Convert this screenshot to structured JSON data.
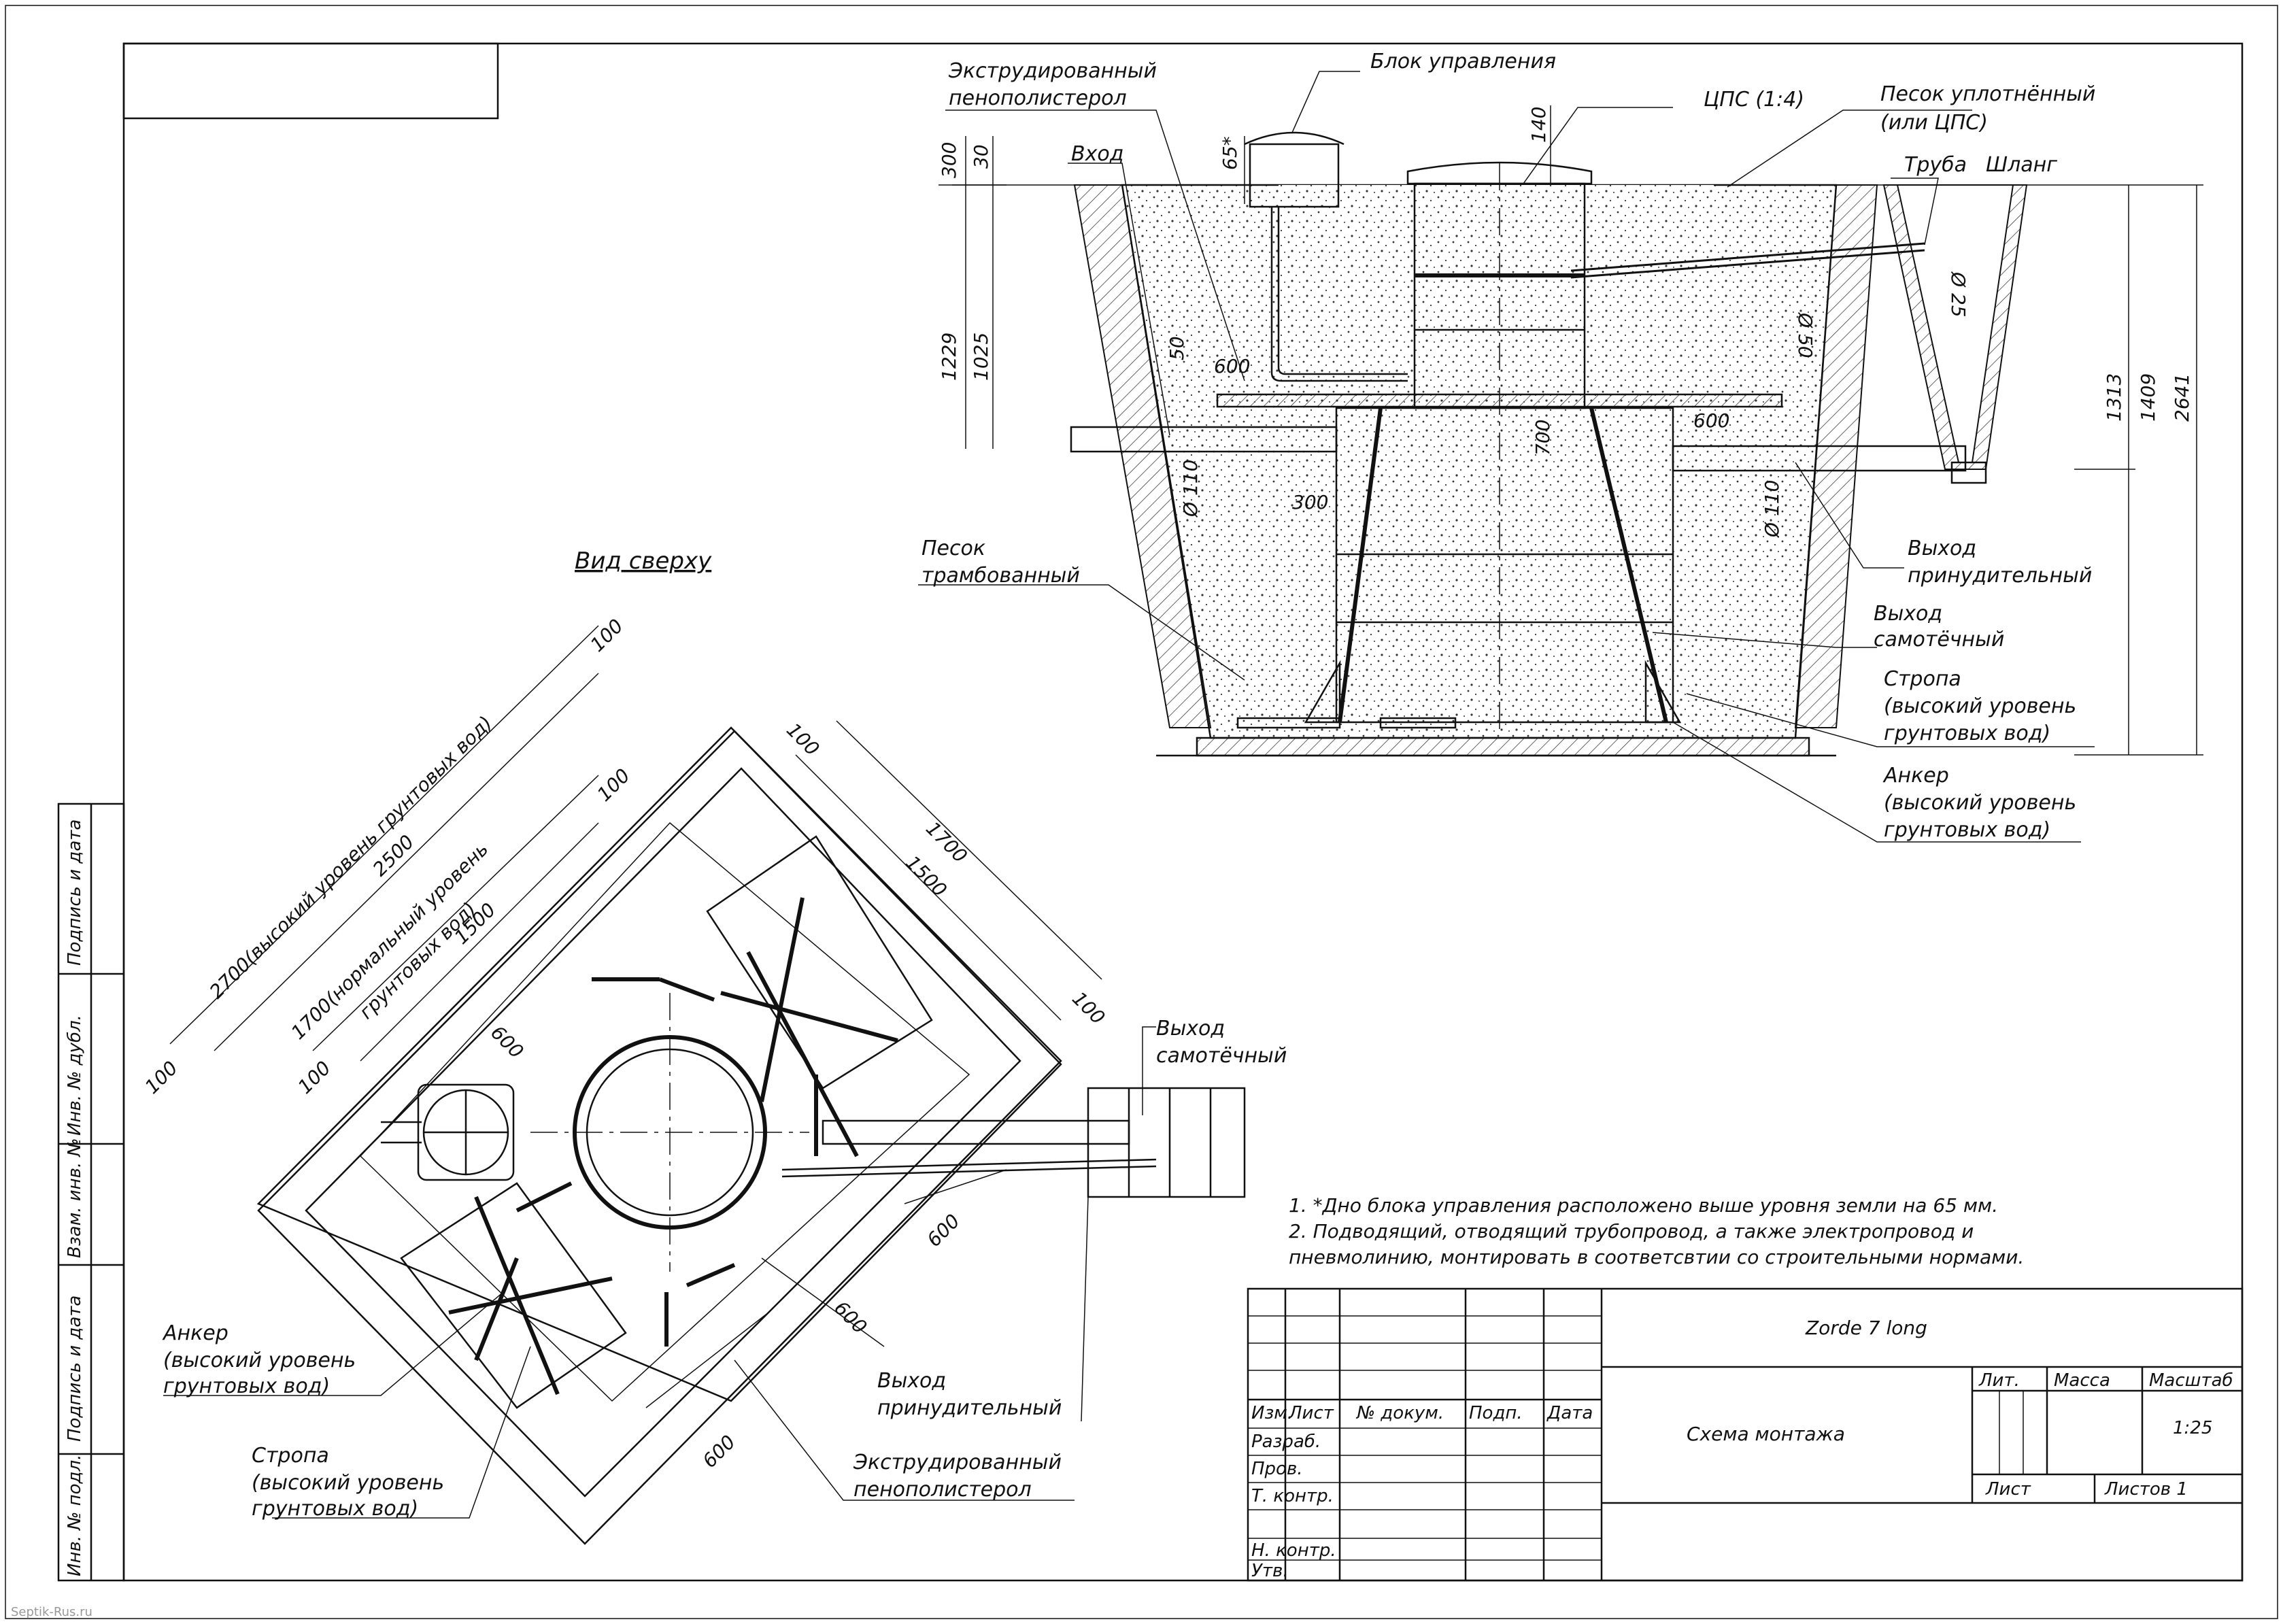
{
  "top_labels": {
    "foam": "Экструдированный",
    "foam2": "пенополистерол",
    "control_block": "Блок управления",
    "cps": "ЦПС (1:4)",
    "sand_compact": "Песок уплотнённый",
    "sand_compact2": "(или ЦПС)",
    "pipe": "Труба",
    "hose": "Шланг",
    "inlet": "Вход",
    "sand_tamped": "Песок",
    "sand_tamped2": "трамбованный",
    "outlet_forced": "Выход",
    "outlet_forced2": "принудительный",
    "outlet_gravity": "Выход",
    "outlet_gravity2": "самотёчный",
    "sling": "Стропа",
    "sling2": "(высокий уровень",
    "sling3": "грунтовых вод)",
    "anchor": "Анкер",
    "anchor2": "(высокий уровень",
    "anchor3": "грунтовых вод)"
  },
  "top_dims": {
    "d300": "300",
    "d30": "30",
    "d65": "65*",
    "d140": "140",
    "d1229": "1229",
    "d1025": "1025",
    "d50": "50",
    "d600a": "600",
    "d700": "700",
    "d600b": "600",
    "d110a": "Ø 110",
    "d300b": "300",
    "d110b": "Ø 110",
    "d50b": "Ø 50",
    "d25": "Ø 25",
    "d1313": "1313",
    "d1409": "1409",
    "d2641": "2641"
  },
  "plan": {
    "title": "Вид сверху",
    "d100a": "100",
    "d2700": "2700(высокий уровень грунтовых вод)",
    "d2500": "2500",
    "d100b": "100",
    "d1700n": "1700(нормальный уровень",
    "d1700n2": "грунтовых вод)",
    "d1500a": "1500",
    "d100c": "100",
    "d100d": "100",
    "d1600": "600",
    "d100e": "100",
    "d1700": "1700",
    "d1500b": "1500",
    "d100f": "100",
    "d600a": "600",
    "d600b": "600",
    "d600c": "600",
    "outlet_gravity": "Выход",
    "outlet_gravity2": "самотёчный",
    "anchor": "Анкер",
    "anchor2": "(высокий уровень",
    "anchor3": "грунтовых вод)",
    "sling": "Стропа",
    "sling2": "(высокий уровень",
    "sling3": "грунтовых вод)",
    "outlet_forced": "Выход",
    "outlet_forced2": "принудительный",
    "foam": "Экструдированный",
    "foam2": "пенополистерол"
  },
  "notes": {
    "n1": "1.    *Дно блока управления расположено выше уровня земли на 65 мм.",
    "n2": "2.    Подводящий, отводящий трубопровод, а также электропровод и",
    "n3": "пневмолинию, монтировать в соответсвтии со строительными нормами."
  },
  "stamp": {
    "product": "Zorde 7 long",
    "doc_title": "Схема монтажа",
    "lit": "Лит.",
    "mass": "Масса",
    "scale_label": "Масштаб",
    "scale": "1:25",
    "sheet": "Лист",
    "sheets": "Листов 1",
    "izm": "Изм.",
    "list": "Лист",
    "doc_no": "№ докум.",
    "sign": "Подп.",
    "date": "Дата",
    "razrab": "Разраб.",
    "prov": "Пров.",
    "tkontr": "Т. контр.",
    "nkontr": "Н. контр.",
    "utv": "Утв."
  },
  "side_stamp": {
    "s1": "Подпись и дата",
    "s2": "Инв. № дубл.",
    "s3": "Взам. инв. №",
    "s4": "Подпись и дата",
    "s5": "Инв. № подл."
  },
  "watermark": "Septik-Rus.ru"
}
